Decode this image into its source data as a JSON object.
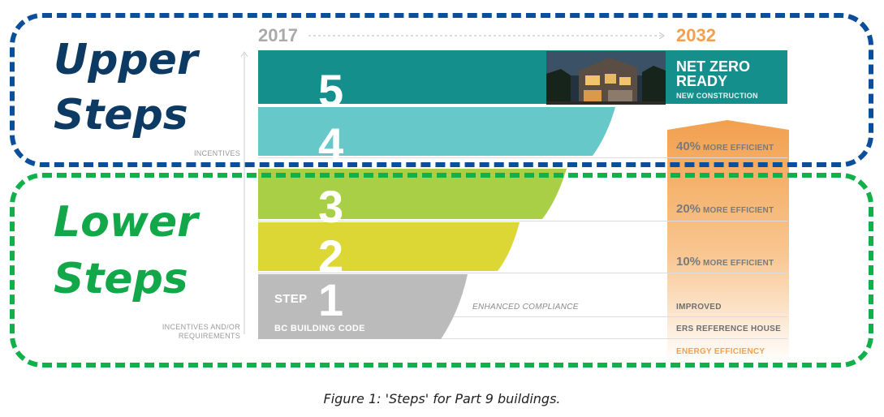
{
  "timeline": {
    "start_year": "2017",
    "end_year": "2032"
  },
  "groups": {
    "upper": "Upper\nSteps",
    "lower": "Lower\nSteps"
  },
  "side_labels": {
    "incentives": "INCENTIVES",
    "requirements": "INCENTIVES AND/OR\nREQUIREMENTS"
  },
  "steps": [
    {
      "number": "5",
      "color": "#148f8c"
    },
    {
      "number": "4",
      "color": "#66c8c8"
    },
    {
      "number": "3",
      "color": "#a8cf45"
    },
    {
      "number": "2",
      "color": "#dcd734"
    },
    {
      "number": "1",
      "color": "#bbbbbb",
      "prefix": "STEP",
      "sublabel": "BC BUILDING CODE"
    }
  ],
  "net_zero": {
    "line1": "NET ZERO",
    "line2": "READY",
    "sub": "NEW CONSTRUCTION"
  },
  "efficiency": [
    {
      "pct": "40%",
      "label": "MORE EFFICIENT"
    },
    {
      "pct": "20%",
      "label": "MORE EFFICIENT"
    },
    {
      "pct": "10%",
      "label": "MORE EFFICIENT"
    }
  ],
  "compliance": {
    "enhanced": "ENHANCED COMPLIANCE",
    "improved": "IMPROVED",
    "reference": "ERS REFERENCE HOUSE",
    "energy": "ENERGY EFFICIENCY"
  },
  "caption": "Figure 1: 'Steps' for Part 9 buildings.",
  "colors": {
    "upper_frame": "#0b4f9c",
    "lower_frame": "#12b04a",
    "upper_text": "#0d3a63",
    "lower_text": "#12a84a",
    "orange": "#f2a04e",
    "year_start": "#aaaaaa"
  }
}
